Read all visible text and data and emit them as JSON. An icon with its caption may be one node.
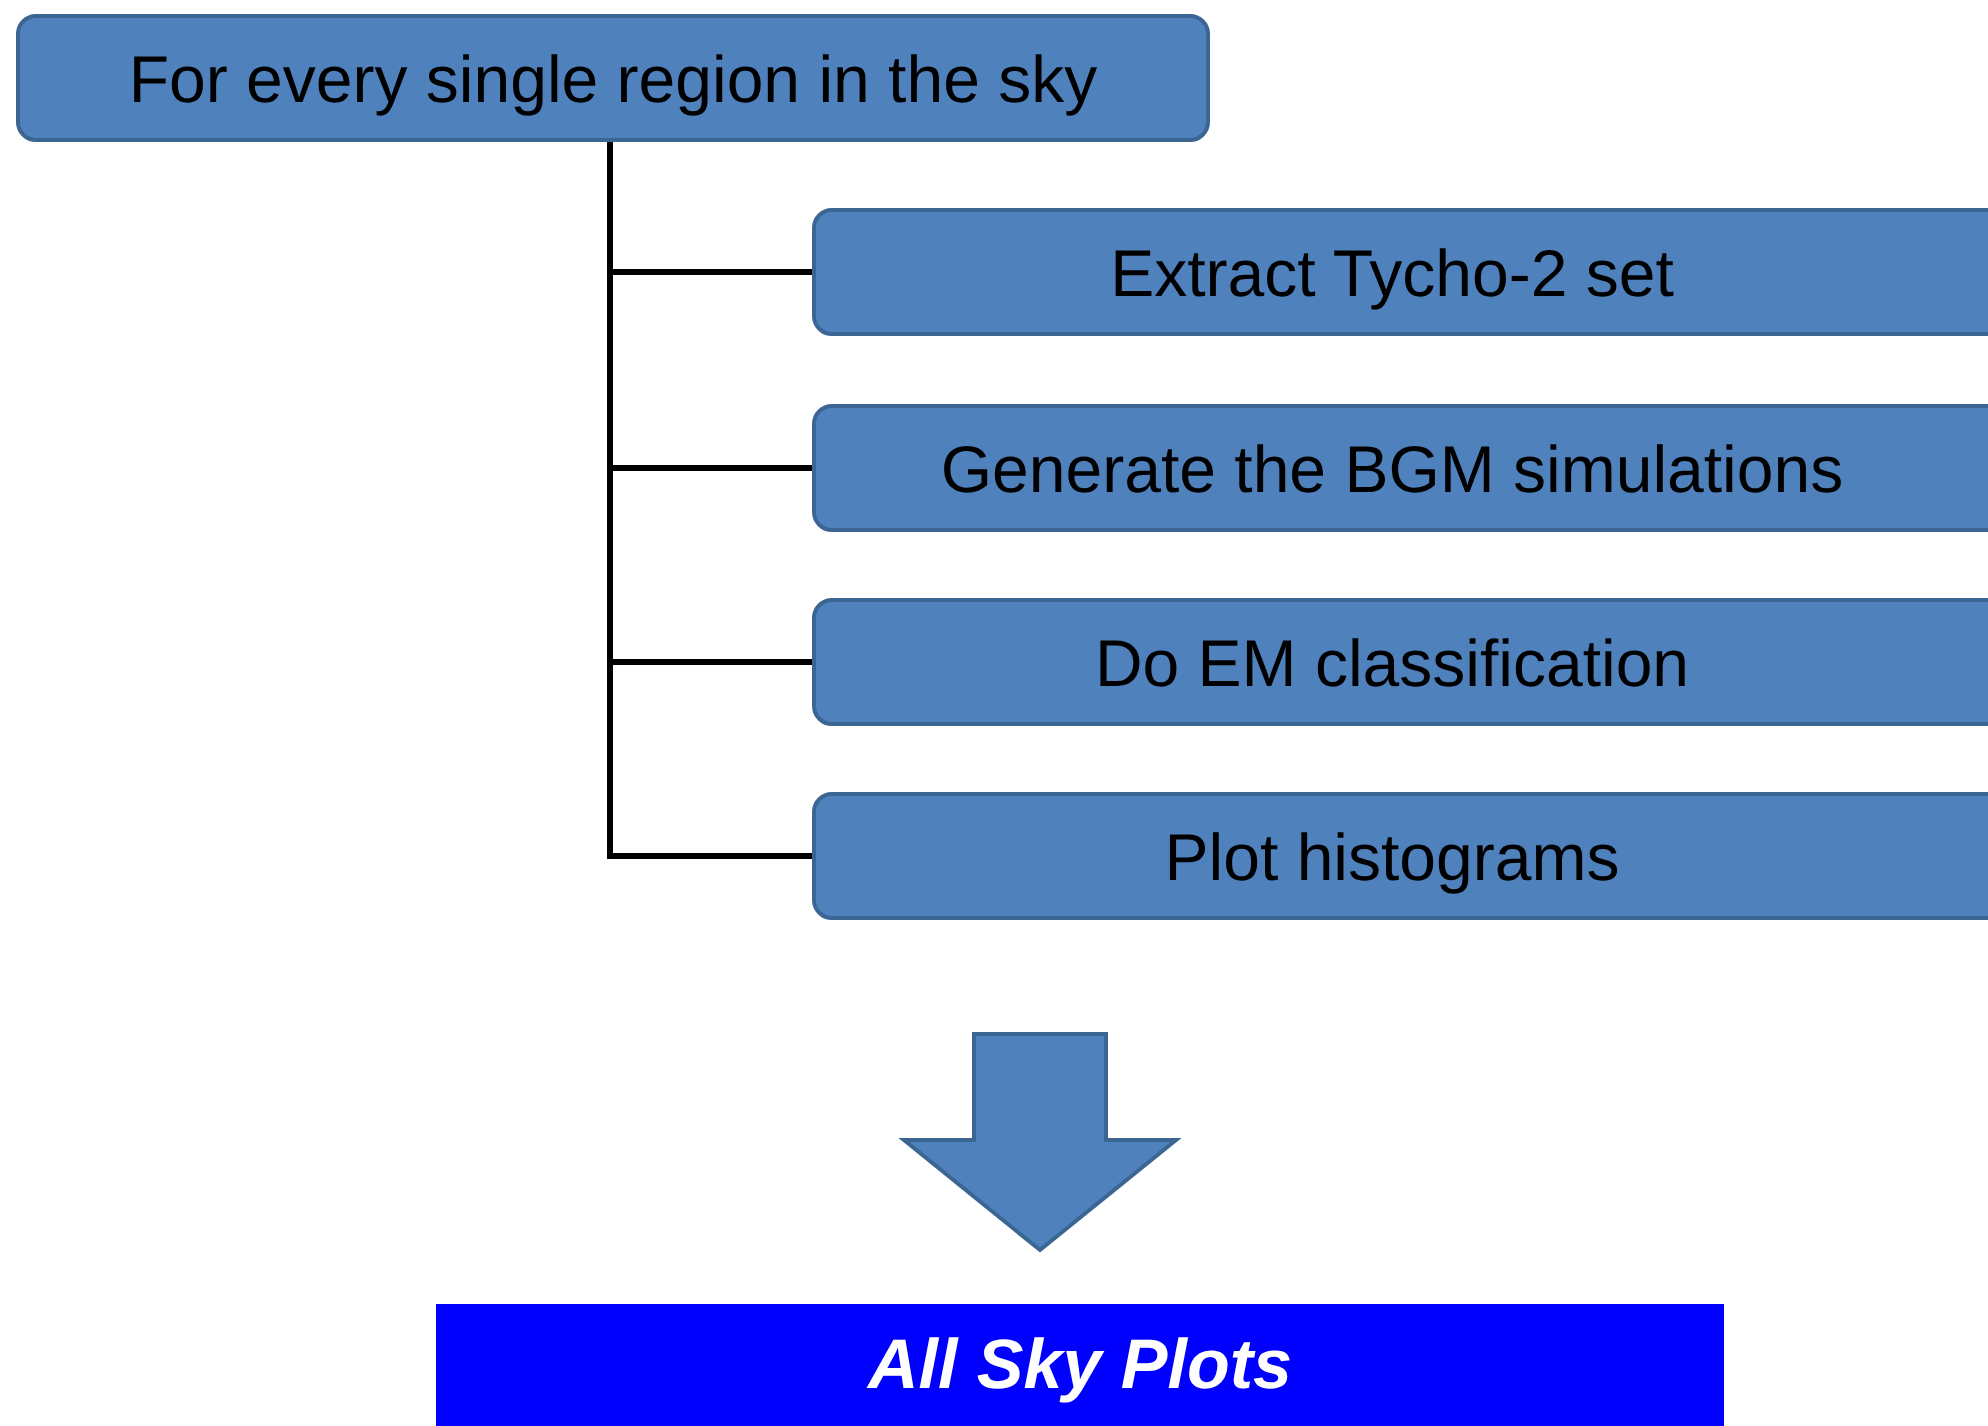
{
  "diagram": {
    "nodes": [
      {
        "text": [
          "For every single region in the sky"
        ]
      },
      {
        "text": [
          "Extract Tycho-2 set"
        ]
      },
      {
        "text": [
          "Generate the BGM simulations"
        ]
      },
      {
        "text": [
          "Do EM classification"
        ]
      },
      {
        "text": [
          "Plot histograms"
        ]
      },
      {
        "text": [
          "All Sky Plots"
        ]
      }
    ],
    "edges": [
      {
        "from": 0,
        "to": 1,
        "arrow": "none"
      },
      {
        "from": 0,
        "to": 2,
        "arrow": "none"
      },
      {
        "from": 0,
        "to": 3,
        "arrow": "none"
      },
      {
        "from": 0,
        "to": 4,
        "arrow": "none"
      },
      {
        "from": null,
        "to": 5,
        "arrow": "to",
        "style": "thick"
      }
    ]
  }
}
